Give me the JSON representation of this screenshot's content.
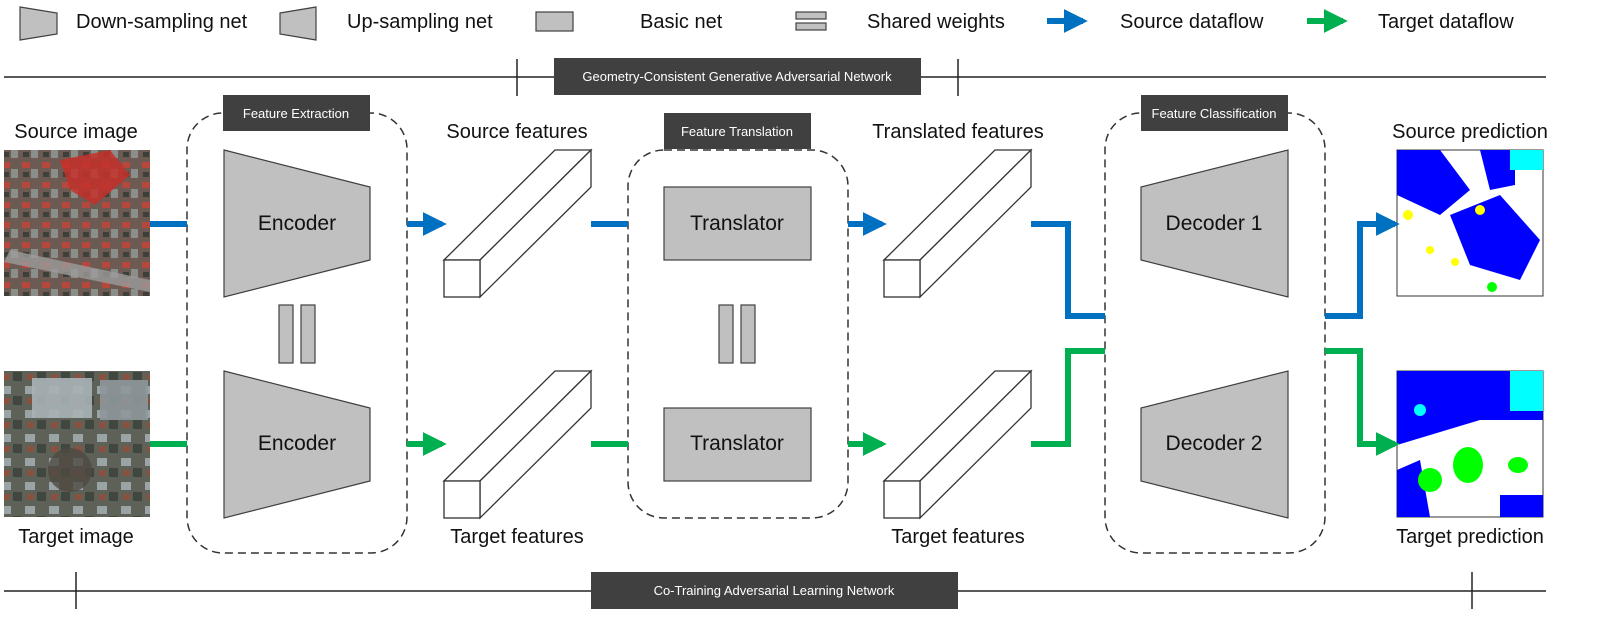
{
  "legend": {
    "down": "Down-sampling net",
    "up": "Up-sampling net",
    "basic": "Basic net",
    "shared": "Shared weights",
    "source_flow": "Source dataflow",
    "target_flow": "Target dataflow"
  },
  "bands": {
    "top": "Geometry-Consistent Generative Adversarial Network",
    "bottom": "Co-Training Adversarial Learning Network"
  },
  "groups": {
    "extraction": "Feature Extraction",
    "translation": "Feature Translation",
    "classification": "Feature Classification"
  },
  "nodes": {
    "encoder_top": "Encoder",
    "encoder_bottom": "Encoder",
    "translator_top": "Translator",
    "translator_bottom": "Translator",
    "decoder_1": "Decoder 1",
    "decoder_2": "Decoder 2"
  },
  "captions": {
    "source_image": "Source image",
    "target_image": "Target image",
    "source_features": "Source features",
    "target_features_1": "Target features",
    "translated_features": "Translated features",
    "target_features_2": "Target features",
    "source_prediction": "Source prediction",
    "target_prediction": "Target prediction"
  },
  "colors": {
    "source_flow": "#0070C0",
    "target_flow": "#00B050",
    "net_fill": "#C0C0C0",
    "tag_fill": "#404040"
  }
}
